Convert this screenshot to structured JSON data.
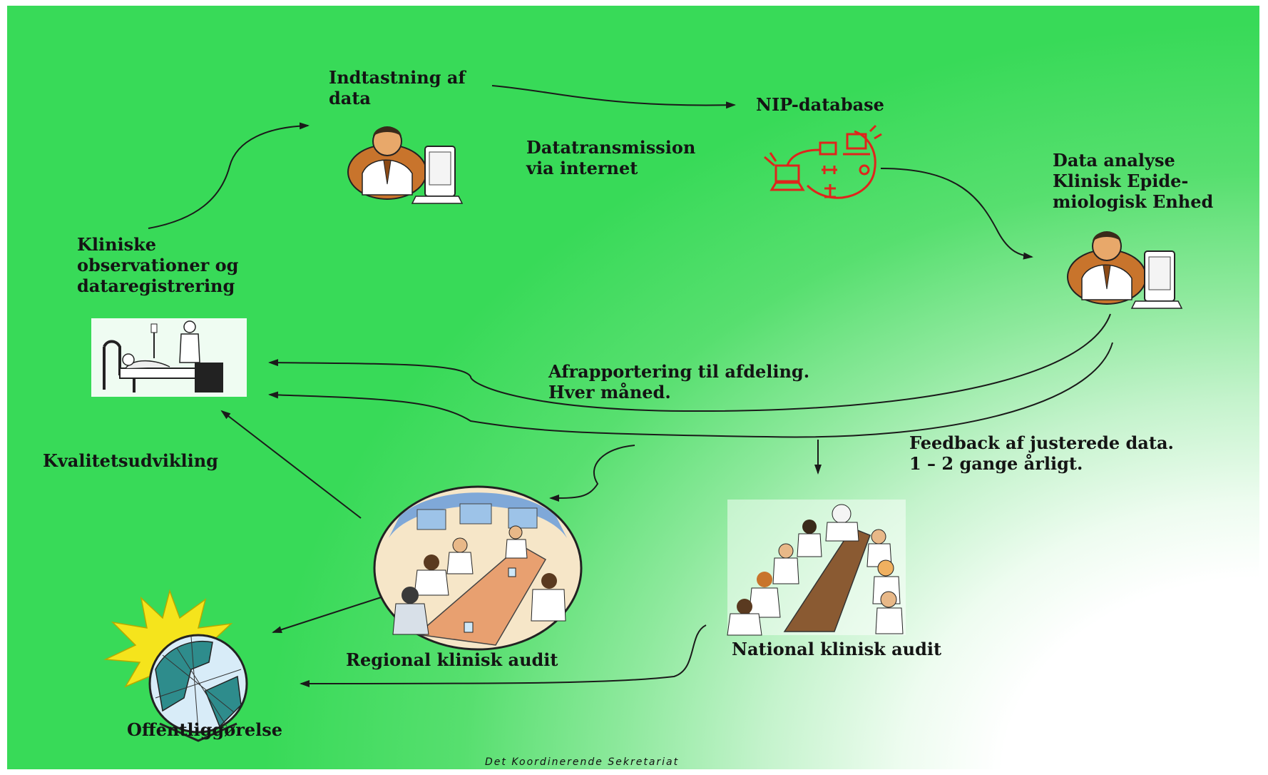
{
  "labels": {
    "data_entry": "Indtastning af\ndata",
    "nip_database": "NIP-database",
    "transmission": "Datatransmission\nvia internet",
    "analysis": "Data analyse\nKlinisk Epide-\nmiologisk Enhed",
    "clinical_obs": "Kliniske\nobservationer og\ndataregistrering",
    "quality": "Kvalitetsudvikling",
    "monthly_report": "Afrapportering til afdeling.\nHver måned.",
    "feedback": "Feedback af justerede data.\n1 – 2 gange årligt.",
    "regional_audit": "Regional klinisk audit",
    "national_audit": "National klinisk audit",
    "publication": "Offentliggørelse"
  },
  "footer": "Det Koordinerende Sekretariat",
  "colors": {
    "gradient_start": "#38da58",
    "gradient_end": "#ffffff",
    "text": "#141414",
    "network_icon": "#e0241c"
  },
  "icons": [
    "person-at-computer-icon",
    "network-database-icon",
    "analyst-at-computer-icon",
    "hospital-bed-icon",
    "regional-meeting-icon",
    "national-meeting-icon",
    "globe-icon"
  ]
}
